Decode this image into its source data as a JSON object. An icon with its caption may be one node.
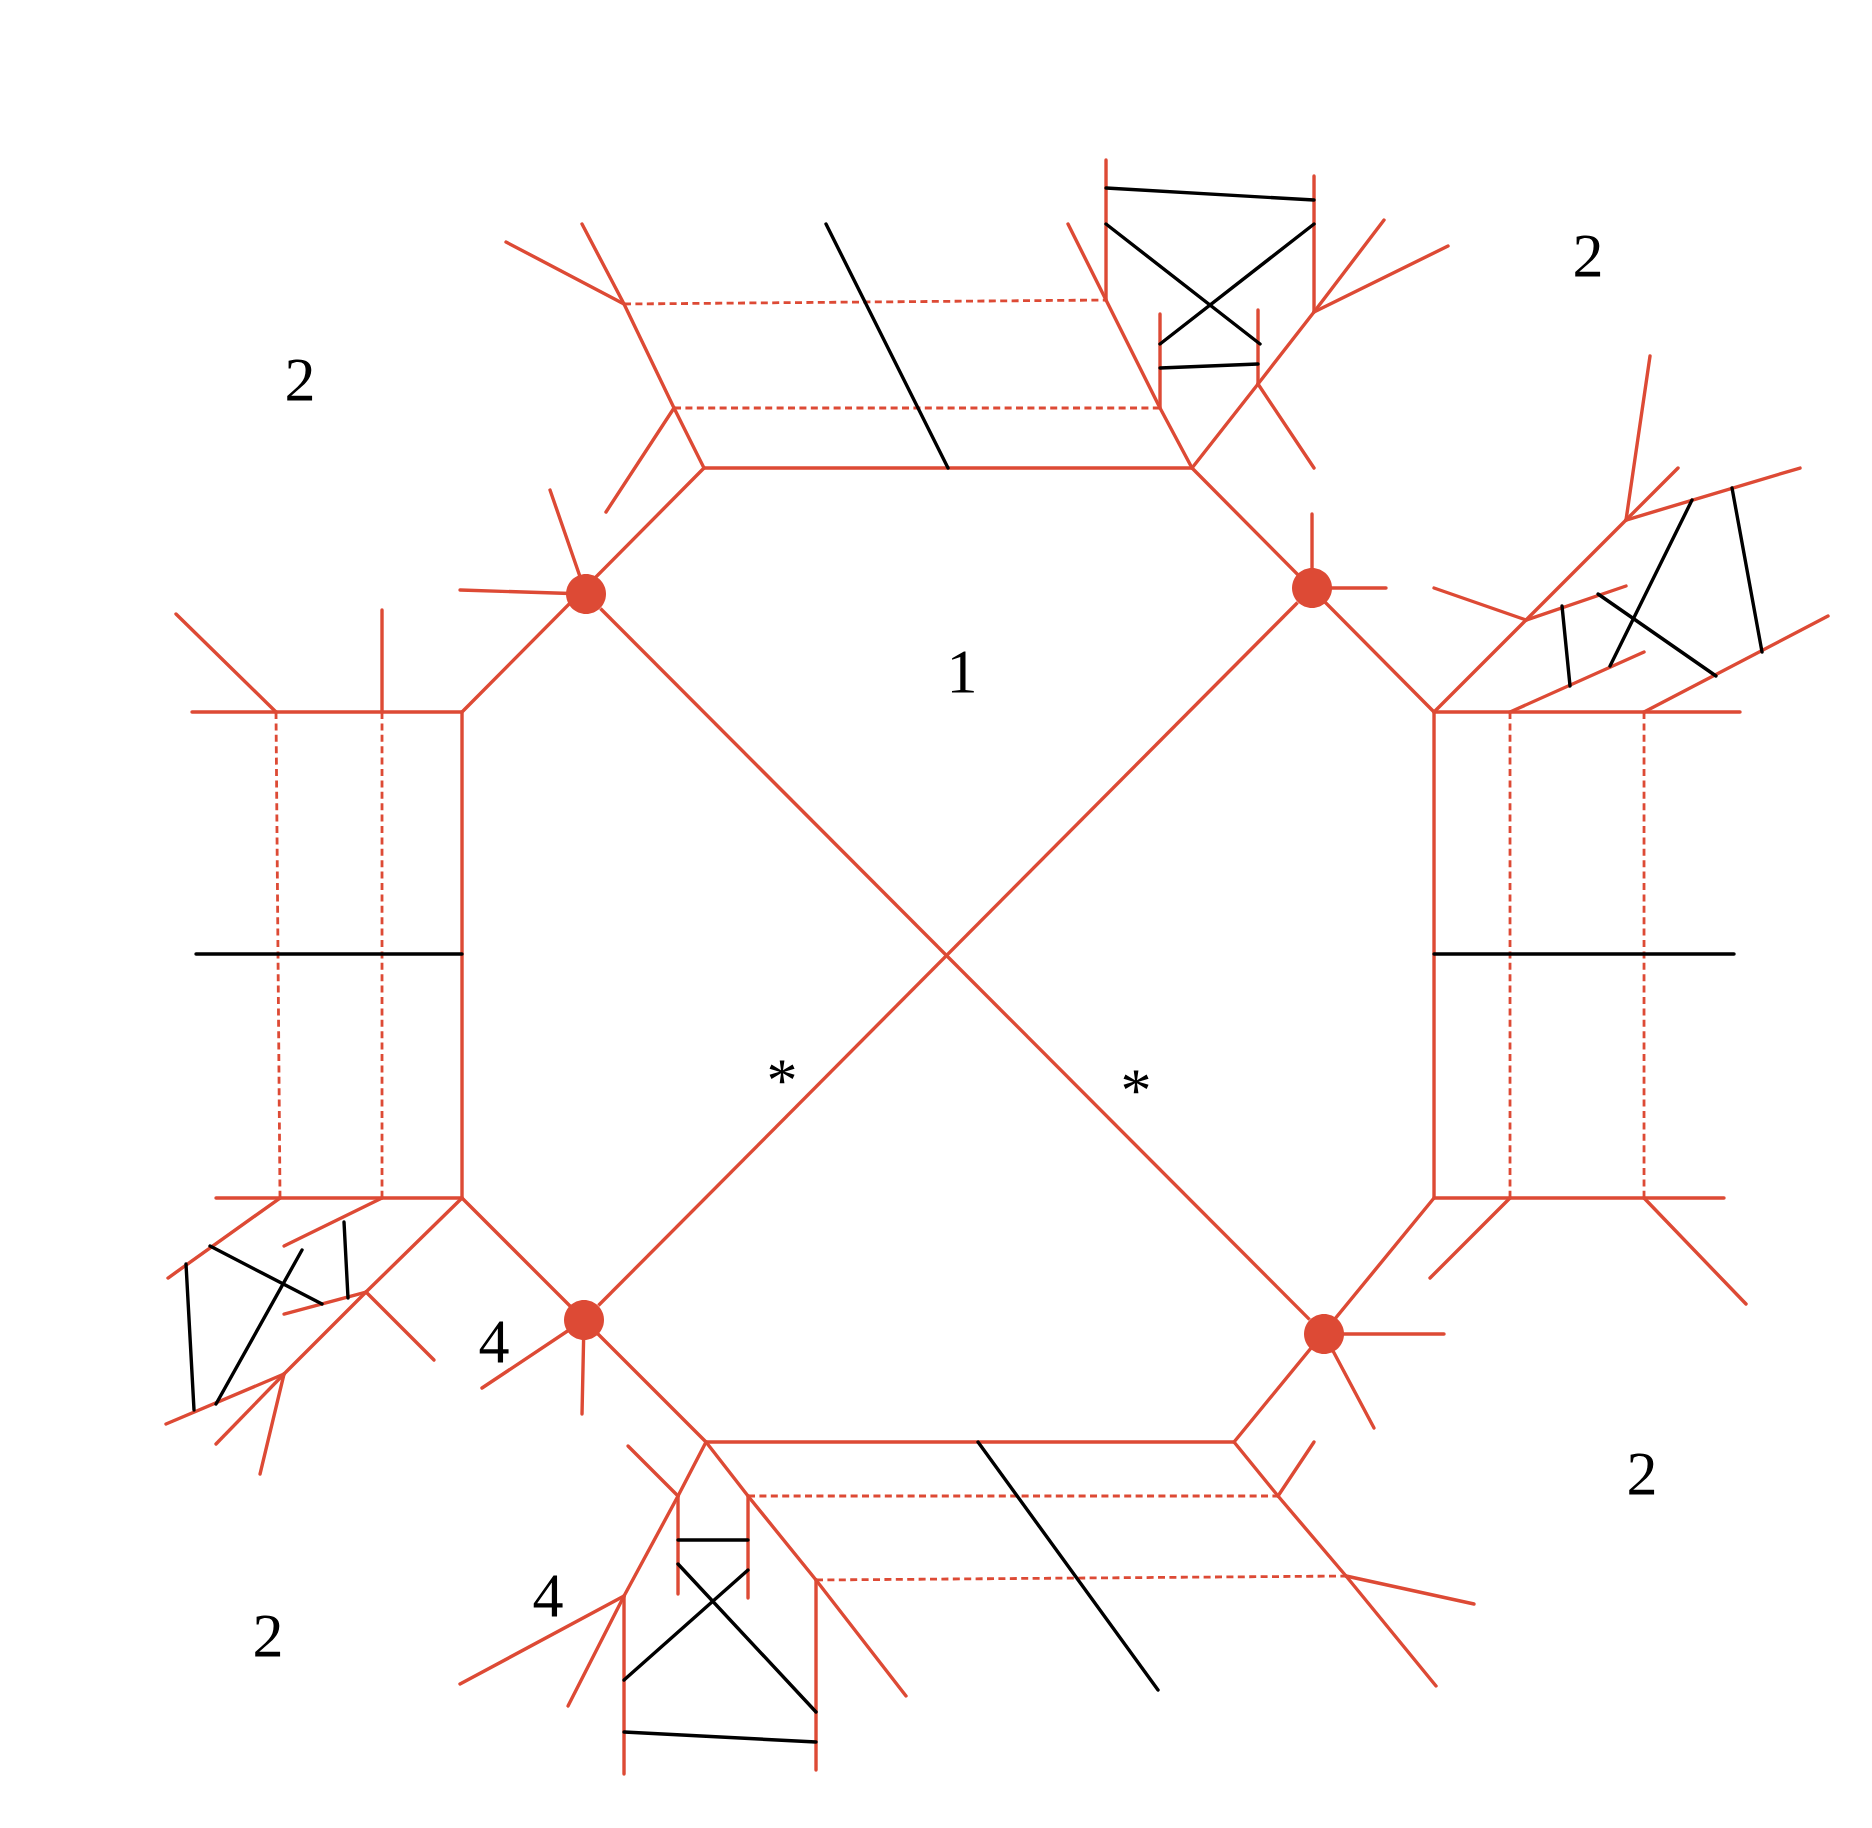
{
  "diagram": {
    "nodes": [
      {
        "text": [],
        "shape": "circle"
      },
      {
        "text": [],
        "shape": "circle"
      },
      {
        "text": [],
        "shape": "circle"
      },
      {
        "text": [],
        "shape": "circle"
      }
    ],
    "edges": [
      {
        "from": 0,
        "to": 3,
        "arrow": "none",
        "label": "*"
      },
      {
        "from": 1,
        "to": 2,
        "arrow": "none",
        "label": "*"
      }
    ],
    "labels": [
      "2",
      "2",
      "1",
      "4",
      "2",
      "4",
      "2"
    ]
  }
}
